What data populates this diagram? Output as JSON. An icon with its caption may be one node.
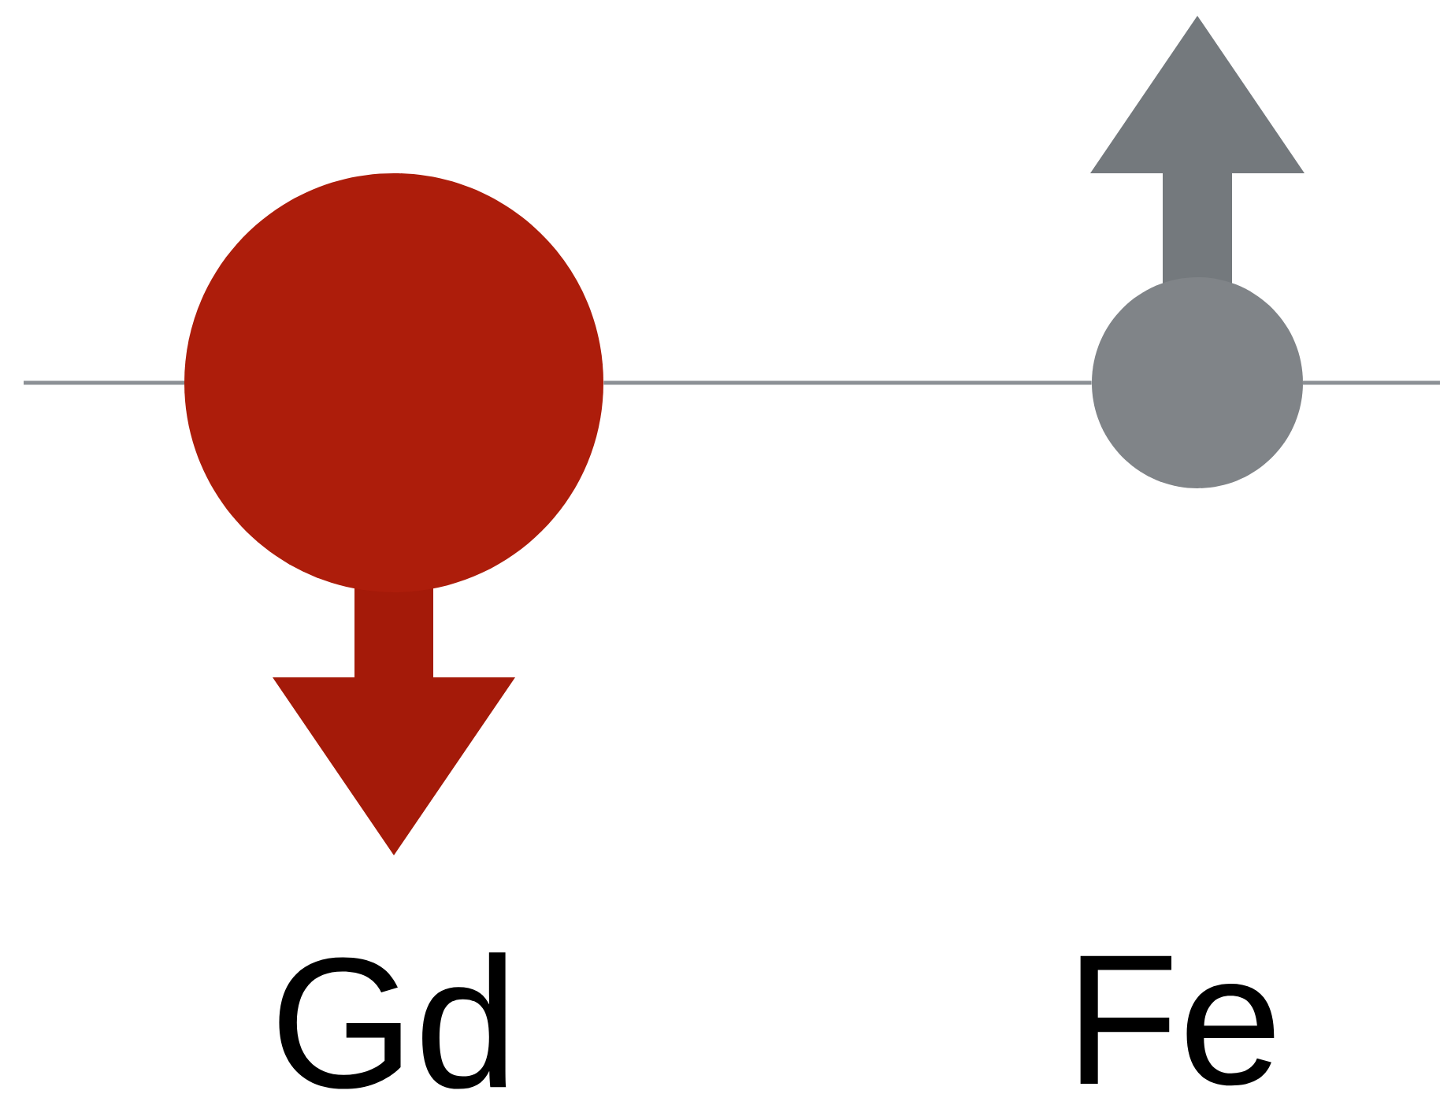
{
  "diagram": {
    "nodes": [
      {
        "text": [],
        "shape": "circle",
        "beside": [
          "Gd"
        ]
      },
      {
        "text": [],
        "shape": "circle",
        "beside": [
          "Fe"
        ]
      }
    ],
    "edges": [
      {
        "from": 0,
        "to": 1,
        "arrow": "none"
      }
    ]
  }
}
